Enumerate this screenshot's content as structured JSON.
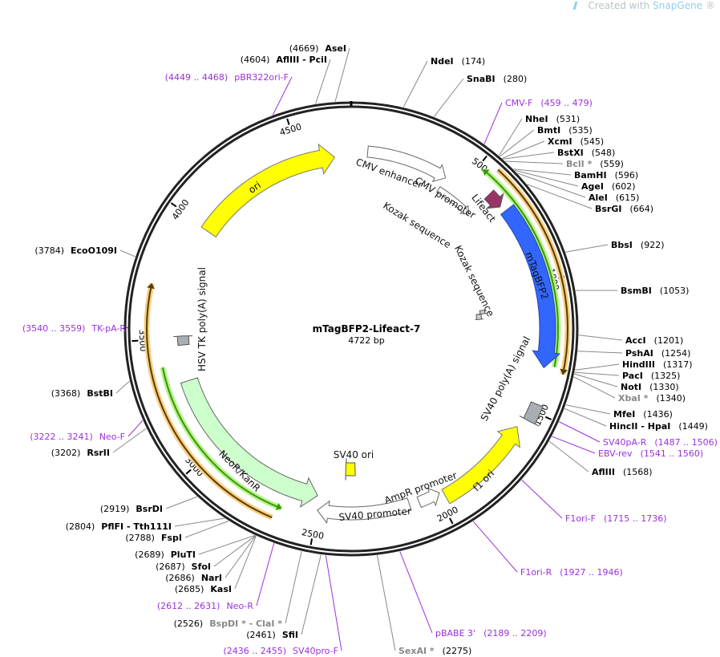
{
  "credit": {
    "prefix": "Created with ",
    "brand": "SnapGene",
    "mark": "®"
  },
  "plasmid": {
    "name": "mTagBFP2-Lifeact-7",
    "length": "4722 bp",
    "total_bp": 4722
  },
  "ticks": [
    "500",
    "1000",
    "1500",
    "2000",
    "2500",
    "3000",
    "3500",
    "4000",
    "4500"
  ],
  "sites": [
    {
      "name": "AseI",
      "pos": "(4669)",
      "bp": 4669,
      "style": "enzyme",
      "side": "left"
    },
    {
      "name": "AflIII  - PciI",
      "pos": "(4604)",
      "bp": 4604,
      "style": "enzyme",
      "side": "left"
    },
    {
      "name": "pBR322ori-F",
      "pos": "(4449 .. 4468)",
      "bp": 4458,
      "style": "primer",
      "side": "left"
    },
    {
      "name": "NdeI",
      "pos": "(174)",
      "bp": 174,
      "style": "enzyme",
      "side": "right"
    },
    {
      "name": "SnaBI",
      "pos": "(280)",
      "bp": 280,
      "style": "enzyme",
      "side": "right"
    },
    {
      "name": "CMV-F",
      "pos": "(459 .. 479)",
      "bp": 469,
      "style": "primer",
      "side": "right"
    },
    {
      "name": "NheI",
      "pos": "(531)",
      "bp": 531,
      "style": "enzyme",
      "side": "right"
    },
    {
      "name": "BmtI",
      "pos": "(535)",
      "bp": 535,
      "style": "enzyme",
      "side": "right"
    },
    {
      "name": "XcmI",
      "pos": "(545)",
      "bp": 545,
      "style": "enzyme",
      "side": "right"
    },
    {
      "name": "BstXI",
      "pos": "(548)",
      "bp": 548,
      "style": "enzyme",
      "side": "right"
    },
    {
      "name": "BclI *",
      "pos": "(559)",
      "bp": 559,
      "style": "enzyme-gray",
      "side": "right"
    },
    {
      "name": "BamHI",
      "pos": "(596)",
      "bp": 596,
      "style": "enzyme",
      "side": "right"
    },
    {
      "name": "AgeI",
      "pos": "(602)",
      "bp": 602,
      "style": "enzyme",
      "side": "right"
    },
    {
      "name": "AleI",
      "pos": "(615)",
      "bp": 615,
      "style": "enzyme",
      "side": "right"
    },
    {
      "name": "BsrGI",
      "pos": "(664)",
      "bp": 664,
      "style": "enzyme",
      "side": "right"
    },
    {
      "name": "BbsI",
      "pos": "(922)",
      "bp": 922,
      "style": "enzyme",
      "side": "right"
    },
    {
      "name": "BsmBI",
      "pos": "(1053)",
      "bp": 1053,
      "style": "enzyme",
      "side": "right"
    },
    {
      "name": "AccI",
      "pos": "(1201)",
      "bp": 1201,
      "style": "enzyme",
      "side": "right"
    },
    {
      "name": "PshAI",
      "pos": "(1254)",
      "bp": 1254,
      "style": "enzyme",
      "side": "right"
    },
    {
      "name": "HindIII",
      "pos": "(1317)",
      "bp": 1317,
      "style": "enzyme",
      "side": "right"
    },
    {
      "name": "PacI",
      "pos": "(1325)",
      "bp": 1325,
      "style": "enzyme",
      "side": "right"
    },
    {
      "name": "NotI",
      "pos": "(1330)",
      "bp": 1330,
      "style": "enzyme",
      "side": "right"
    },
    {
      "name": "XbaI *",
      "pos": "(1340)",
      "bp": 1340,
      "style": "enzyme-gray",
      "side": "right"
    },
    {
      "name": "MfeI",
      "pos": "(1436)",
      "bp": 1436,
      "style": "enzyme",
      "side": "right"
    },
    {
      "name": "HincII  - HpaI",
      "pos": "(1449)",
      "bp": 1449,
      "style": "enzyme",
      "side": "right"
    },
    {
      "name": "SV40pA-R",
      "pos": "(1487 .. 1506)",
      "bp": 1496,
      "style": "primer",
      "side": "right"
    },
    {
      "name": "EBV-rev",
      "pos": "(1541 .. 1560)",
      "bp": 1550,
      "style": "primer",
      "side": "right"
    },
    {
      "name": "AflIII",
      "pos": "(1568)",
      "bp": 1568,
      "style": "enzyme",
      "side": "right"
    },
    {
      "name": "F1ori-F",
      "pos": "(1715 .. 1736)",
      "bp": 1725,
      "style": "primer",
      "side": "right"
    },
    {
      "name": "F1ori-R",
      "pos": "(1927 .. 1946)",
      "bp": 1936,
      "style": "primer",
      "side": "right"
    },
    {
      "name": "pBABE 3'",
      "pos": "(2189 .. 2209)",
      "bp": 2199,
      "style": "primer",
      "side": "right"
    },
    {
      "name": "SexAI *",
      "pos": "(2275)",
      "bp": 2275,
      "style": "enzyme-gray",
      "side": "right"
    },
    {
      "name": "SV40pro-F",
      "pos": "(2436 .. 2455)",
      "bp": 2445,
      "style": "primer",
      "side": "left"
    },
    {
      "name": "SfiI",
      "pos": "(2461)",
      "bp": 2461,
      "style": "enzyme",
      "side": "left"
    },
    {
      "name": "BspDI * - ClaI *",
      "pos": "(2526)",
      "bp": 2526,
      "style": "enzyme-gray",
      "side": "left"
    },
    {
      "name": "Neo-R",
      "pos": "(2612 .. 2631)",
      "bp": 2621,
      "style": "primer",
      "side": "left"
    },
    {
      "name": "KasI",
      "pos": "(2685)",
      "bp": 2685,
      "style": "enzyme",
      "side": "left"
    },
    {
      "name": "NarI",
      "pos": "(2686)",
      "bp": 2686,
      "style": "enzyme",
      "side": "left"
    },
    {
      "name": "SfoI",
      "pos": "(2687)",
      "bp": 2687,
      "style": "enzyme",
      "side": "left"
    },
    {
      "name": "PluTI",
      "pos": "(2689)",
      "bp": 2689,
      "style": "enzyme",
      "side": "left"
    },
    {
      "name": "FspI",
      "pos": "(2788)",
      "bp": 2788,
      "style": "enzyme",
      "side": "left"
    },
    {
      "name": "PflFI  - Tth111I",
      "pos": "(2804)",
      "bp": 2804,
      "style": "enzyme",
      "side": "left"
    },
    {
      "name": "BsrDI",
      "pos": "(2919)",
      "bp": 2919,
      "style": "enzyme",
      "side": "left"
    },
    {
      "name": "RsrII",
      "pos": "(3202)",
      "bp": 3202,
      "style": "enzyme",
      "side": "left"
    },
    {
      "name": "Neo-F",
      "pos": "(3222 .. 3241)",
      "bp": 3231,
      "style": "primer",
      "side": "left"
    },
    {
      "name": "BstBI",
      "pos": "(3368)",
      "bp": 3368,
      "style": "enzyme",
      "side": "left"
    },
    {
      "name": "TK-pA-R",
      "pos": "(3540 .. 3559)",
      "bp": 3549,
      "style": "primer",
      "side": "left"
    },
    {
      "name": "EcoO109I",
      "pos": "(3784)",
      "bp": 3784,
      "style": "enzyme",
      "side": "left"
    }
  ],
  "features": {
    "ori": "ori",
    "cmv_enhancer": "CMV enhancer",
    "cmv_promoter": "CMV promoter",
    "lifeact": "Lifeact",
    "kozak1": "Kozak sequence",
    "kozak2": "Kozak sequence",
    "mtagbfp2": "mTagBFP2",
    "sv40_polya": "SV40 poly(A) signal",
    "f1_ori": "f1 ori",
    "ampr_promoter": "AmpR promoter",
    "sv40_promoter": "SV40 promoter",
    "sv40_ori": "SV40 ori",
    "neor": "NeoR/KanR",
    "hsv_tk": "HSV TK poly(A) signal"
  },
  "colors": {
    "yellow": "#ffff00",
    "blue": "#3366ff",
    "lifeact": "#993366",
    "neo": "#ccffcc",
    "gray": "#a9aeb3",
    "orf_green": "#339900",
    "orf_orange": "#b36b00",
    "primer": "#9b30d9"
  }
}
